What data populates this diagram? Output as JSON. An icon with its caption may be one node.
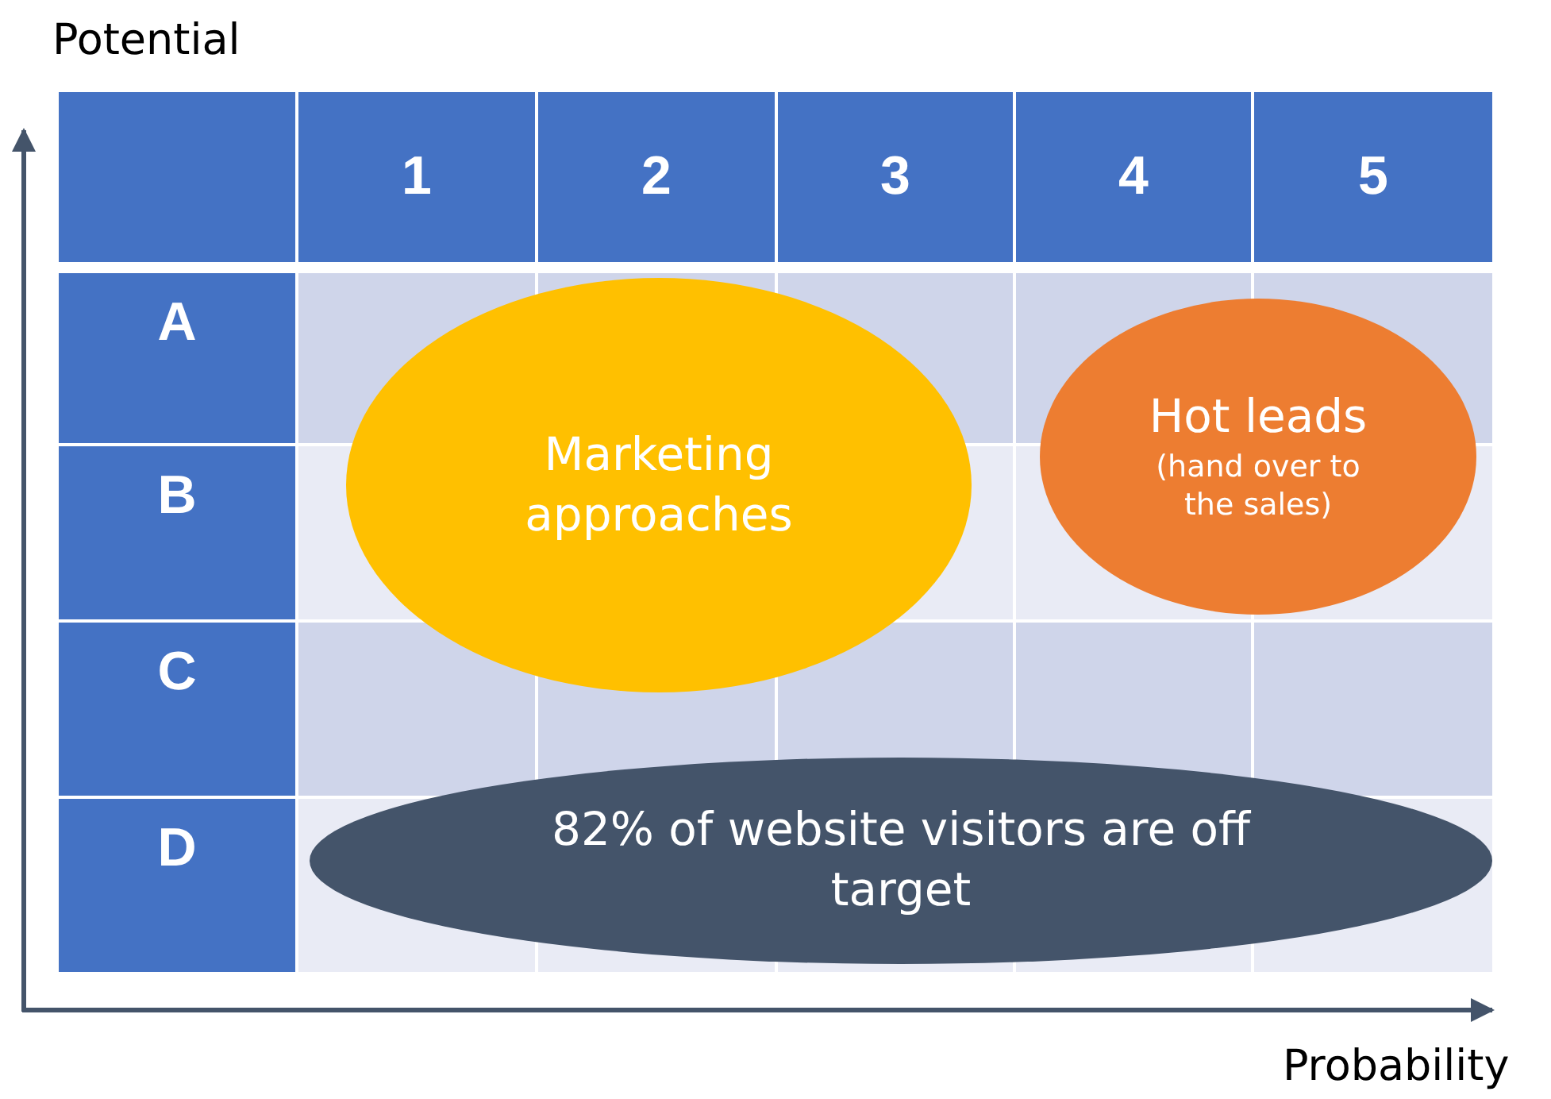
{
  "diagram": {
    "nodes": [
      {
        "text": [
          "Marketing approaches"
        ]
      },
      {
        "text": [
          "Hot leads",
          "(hand over to the sales)"
        ]
      },
      {
        "text": [
          "82% of website visitors are off target"
        ]
      }
    ],
    "edges": [],
    "labels": [
      "Potential",
      "1",
      "2",
      "3",
      "4",
      "5",
      "A",
      "B",
      "C",
      "D",
      "Probability"
    ]
  }
}
